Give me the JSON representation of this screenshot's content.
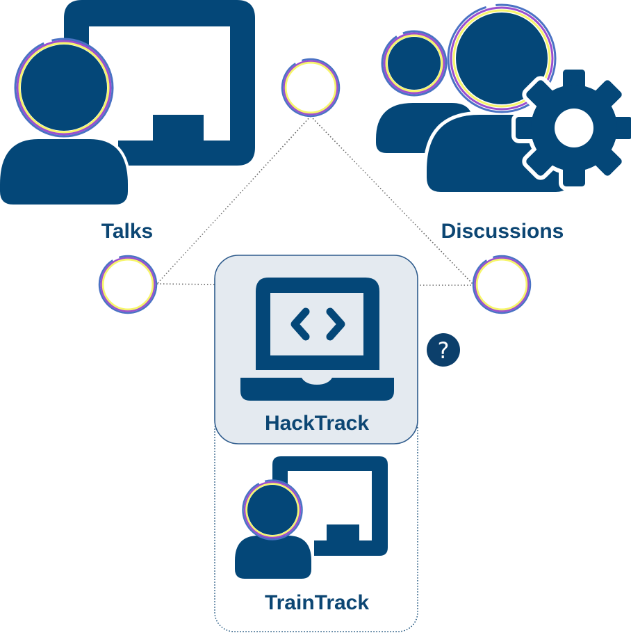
{
  "labels": {
    "talks": "Talks",
    "discussions": "Discussions",
    "hacktrack": "HackTrack",
    "traintrack": "TrainTrack"
  },
  "help_symbol": "?",
  "colors": {
    "primary": "#044778",
    "label": "#0c4673",
    "panel_fill": "#e4eaf0",
    "ring_outer": "#4a72c4",
    "ring_middle": "#9b4fce",
    "ring_inner": "#f6f56a",
    "connector": "#666666"
  },
  "icons": {
    "talks": "presenter-icon",
    "discussions": "team-settings-icon",
    "hacktrack": "laptop-code-icon",
    "traintrack": "presenter-icon",
    "help": "help-circle-icon"
  }
}
